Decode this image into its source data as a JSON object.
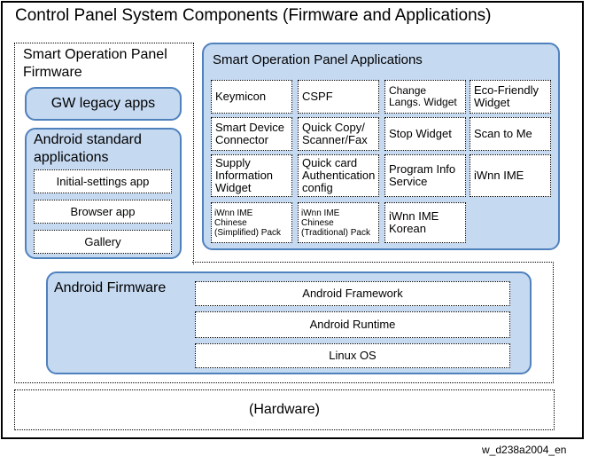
{
  "title": "Control Panel System Components (Firmware and Applications)",
  "firmware_panel": {
    "title_line1": "Smart Operation Panel",
    "title_line2": "Firmware",
    "gw_legacy": "GW legacy apps",
    "android_standard": {
      "title_line1": "Android standard",
      "title_line2": "applications",
      "items": [
        "Initial-settings app",
        "Browser app",
        "Gallery"
      ]
    }
  },
  "applications_panel": {
    "title": "Smart Operation Panel Applications",
    "cells": [
      {
        "l1": "Keymicon",
        "l2": ""
      },
      {
        "l1": "CSPF",
        "l2": ""
      },
      {
        "l1": "Change",
        "l2": "Langs. Widget"
      },
      {
        "l1": "Eco-Friendly",
        "l2": "Widget"
      },
      {
        "l1": "Smart Device",
        "l2": "Connector"
      },
      {
        "l1": "Quick Copy/",
        "l2": "Scanner/Fax"
      },
      {
        "l1": "Stop Widget",
        "l2": ""
      },
      {
        "l1": "Scan to Me",
        "l2": ""
      },
      {
        "l1": "Supply",
        "l2": "Information",
        "l3": "Widget"
      },
      {
        "l1": "Quick card",
        "l2": "Authentication",
        "l3": "config"
      },
      {
        "l1": "Program Info",
        "l2": "Service"
      },
      {
        "l1": "iWnn IME",
        "l2": ""
      },
      {
        "l1": "iWnn IME",
        "l2": "Chinese",
        "l3": "(Simplified) Pack"
      },
      {
        "l1": "iWnn IME",
        "l2": "Chinese",
        "l3": "(Traditional) Pack"
      },
      {
        "l1": "iWnn IME",
        "l2": "Korean"
      }
    ]
  },
  "android_firmware": {
    "title": "Android Firmware",
    "layers": [
      "Android Framework",
      "Android Runtime",
      "Linux OS"
    ]
  },
  "hardware": "(Hardware)",
  "footer_id": "w_d238a2004_en",
  "colors": {
    "panel_fill": "#c5d9f1",
    "panel_border": "#4f81bd"
  }
}
